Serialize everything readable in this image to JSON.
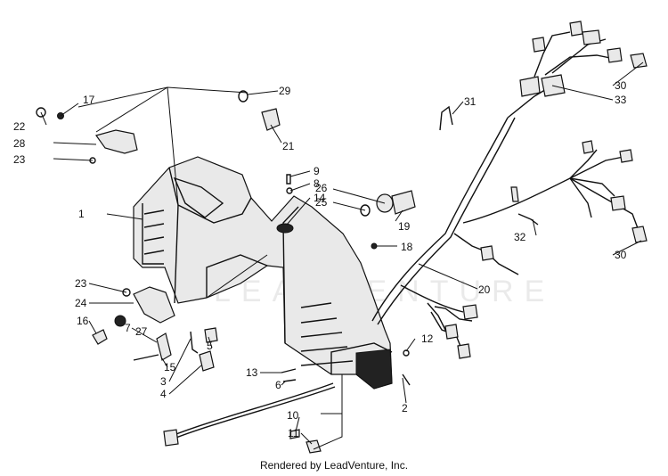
{
  "footer": "Rendered by LeadVenture, Inc.",
  "watermark": "LEADVENTURE",
  "callouts": {
    "c1": "1",
    "c2": "2",
    "c3": "3",
    "c4": "4",
    "c5": "5",
    "c6": "6",
    "c7": "7",
    "c8": "8",
    "c9": "9",
    "c10": "10",
    "c11": "11",
    "c12": "12",
    "c13": "13",
    "c14": "14",
    "c15": "15",
    "c16": "16",
    "c17": "17",
    "c18": "18",
    "c19": "19",
    "c20": "20",
    "c21": "21",
    "c22": "22",
    "c23a": "23",
    "c23b": "23",
    "c24": "24",
    "c25": "25",
    "c26": "26",
    "c27": "27",
    "c28": "28",
    "c29": "29",
    "c30a": "30",
    "c30b": "30",
    "c31": "31",
    "c32": "32",
    "c33": "33"
  }
}
